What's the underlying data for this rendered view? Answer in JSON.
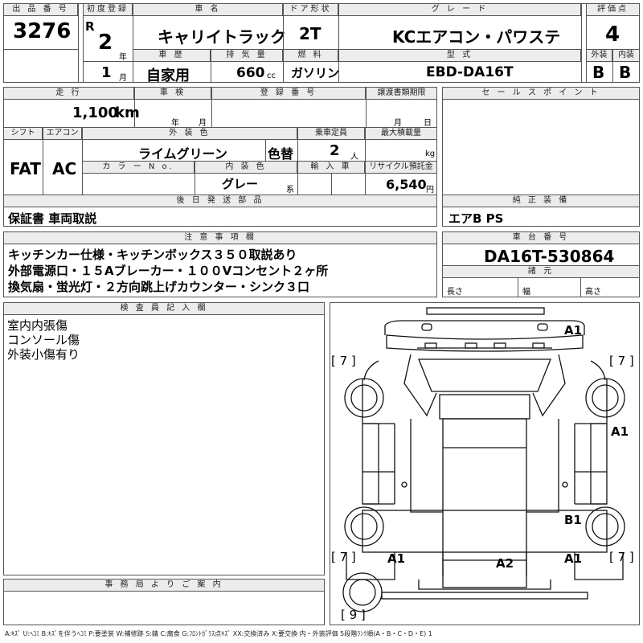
{
  "header": {
    "lot_no_label": "出 品 番 号",
    "lot_no": "3276",
    "first_reg_label": "初度登録",
    "era": "R",
    "year": "2",
    "year_unit": "年",
    "month": "1",
    "month_unit": "月",
    "car_name_label": "車 名",
    "car_name": "キャリイトラック",
    "door_label": "ドア形状",
    "door": "2T",
    "grade_label": "グ レ ー ド",
    "grade": "KCエアコン・パワステ",
    "score_label": "評価点",
    "score": "4",
    "history_label": "車 歴",
    "history": "自家用",
    "displacement_label": "排 気 量",
    "displacement": "660",
    "displacement_unit": "cc",
    "fuel_label": "燃 料",
    "fuel": "ガソリン",
    "model_label": "型 式",
    "model": "EBD-DA16T",
    "exterior_label": "外装",
    "exterior": "B",
    "interior_label": "内装",
    "interior": "B"
  },
  "row2": {
    "mileage_label": "走 行",
    "mileage": "1,100",
    "mileage_unit": "km",
    "inspection_label": "車 検",
    "year_unit": "年",
    "month_unit": "月",
    "regno_label": "登 録 番 号",
    "transfer_label": "譲渡書類期限",
    "day_month": "月",
    "day_unit": "日",
    "sales_label": "セ ー ル ス ポ イ ン ト",
    "shift_label": "シフト",
    "shift": "FAT",
    "ac_label": "エアコン",
    "ac": "AC",
    "ext_color_label": "外 装 色",
    "ext_color": "ライムグリーン",
    "color_change": "色替",
    "capacity_label": "乗車定員",
    "capacity": "2",
    "capacity_unit": "人",
    "max_load_label": "最大積載量",
    "max_load_unit": "kg",
    "color_no_label": "カ ラ ー N o.",
    "int_color_label": "内 装 色",
    "int_color": "グレー",
    "int_color_unit": "系",
    "import_label": "輸 入 車",
    "recycle_label": "リサイクル預託金",
    "recycle": "6,540",
    "recycle_unit": "円"
  },
  "later_parts": {
    "label": "後 日 発 送 部 品",
    "value": "保証書 車両取説"
  },
  "equipment": {
    "label": "純 正 装 備",
    "value": "エアB PS"
  },
  "notes": {
    "label": "注 意 事 項 欄",
    "lines": [
      "キッチンカー仕様・キッチンボックス３５０取説あり",
      "外部電源口・１５Aブレーカー・１００Vコンセント２ヶ所",
      "換気扇・蛍光灯・２方向跳上げカウンター・シンク３口"
    ]
  },
  "chassis": {
    "label": "車 台 番 号",
    "value": "DA16T-530864",
    "dims_label": "諸 元",
    "length_label": "長さ",
    "width_label": "幅",
    "height_label": "高さ"
  },
  "inspector": {
    "label": "検 査 員 記 入 欄",
    "lines": [
      "室内内張傷",
      "コンソール傷",
      "外装小傷有り"
    ]
  },
  "office": {
    "label": "事 務 局 よ り ご 案 内"
  },
  "diagram": {
    "marks": {
      "a1_top": "A1",
      "a1_right": "A1",
      "b1_right": "B1",
      "a1_bottom_left": "A1",
      "a2_bottom": "A2",
      "a1_bottom_right": "A1"
    },
    "brackets": {
      "tl": "[ 7 ]",
      "tr": "[ 7 ]",
      "bl": "[ 7 ]",
      "br": "[ 7 ]",
      "spare": "[ 9 ]"
    }
  },
  "footer": "A:ｷｽﾞ U:ﾍｺﾐ B:ｷｽﾞを伴うﾍｺﾐ P:要塗装 W:補修跡 S:錆 C:腐食 G:ﾌﾛﾝﾄｶﾞﾗｽ点ｷｽﾞ XX:交換済み X:要交換 内・外装評価 5段階ﾗﾝｸ順(A・B・C・D・E) 1"
}
